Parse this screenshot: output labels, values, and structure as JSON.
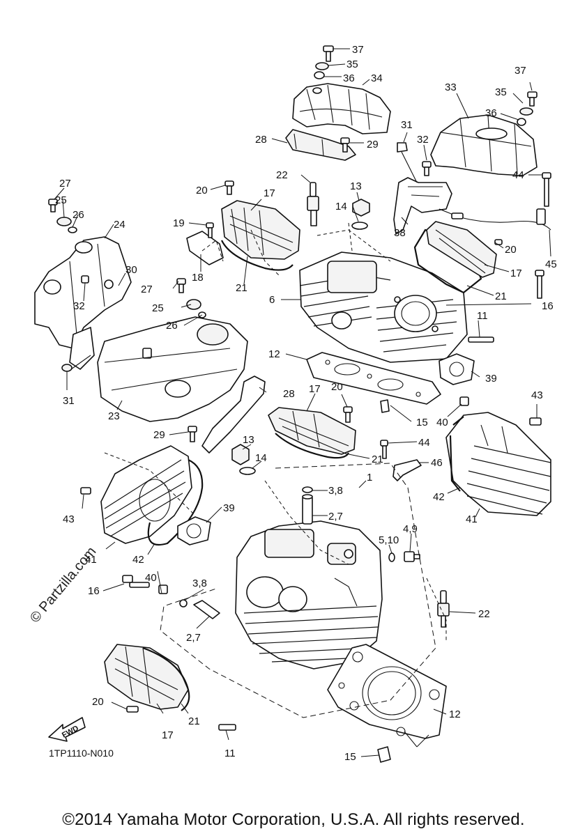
{
  "diagram": {
    "watermark": "© Partzilla.com",
    "diagram_code": "1TP1110-N010",
    "fwd_label": "FWD",
    "copyright": "©2014 Yamaha Motor Corporation, U.S.A. All rights reserved.",
    "callouts": [
      {
        "id": "37a",
        "label": "37"
      },
      {
        "id": "35a",
        "label": "35"
      },
      {
        "id": "36a",
        "label": "36"
      },
      {
        "id": "34",
        "label": "34"
      },
      {
        "id": "28a",
        "label": "28"
      },
      {
        "id": "29a",
        "label": "29"
      },
      {
        "id": "37b",
        "label": "37"
      },
      {
        "id": "33",
        "label": "33"
      },
      {
        "id": "35b",
        "label": "35"
      },
      {
        "id": "36b",
        "label": "36"
      },
      {
        "id": "31a",
        "label": "31"
      },
      {
        "id": "32a",
        "label": "32"
      },
      {
        "id": "22a",
        "label": "22"
      },
      {
        "id": "13a",
        "label": "13"
      },
      {
        "id": "14a",
        "label": "14"
      },
      {
        "id": "20a",
        "label": "20"
      },
      {
        "id": "17a",
        "label": "17"
      },
      {
        "id": "44a",
        "label": "44"
      },
      {
        "id": "27a",
        "label": "27"
      },
      {
        "id": "25a",
        "label": "25"
      },
      {
        "id": "26a",
        "label": "26"
      },
      {
        "id": "24",
        "label": "24"
      },
      {
        "id": "19",
        "label": "19"
      },
      {
        "id": "38",
        "label": "38"
      },
      {
        "id": "20b",
        "label": "20"
      },
      {
        "id": "45",
        "label": "45"
      },
      {
        "id": "18",
        "label": "18"
      },
      {
        "id": "21a",
        "label": "21"
      },
      {
        "id": "30",
        "label": "30"
      },
      {
        "id": "17b",
        "label": "17"
      },
      {
        "id": "27b",
        "label": "27"
      },
      {
        "id": "32b",
        "label": "32"
      },
      {
        "id": "6",
        "label": "6"
      },
      {
        "id": "21b",
        "label": "21"
      },
      {
        "id": "16a",
        "label": "16"
      },
      {
        "id": "25b",
        "label": "25"
      },
      {
        "id": "26b",
        "label": "26"
      },
      {
        "id": "11a",
        "label": "11"
      },
      {
        "id": "12a",
        "label": "12"
      },
      {
        "id": "39a",
        "label": "39"
      },
      {
        "id": "28b",
        "label": "28"
      },
      {
        "id": "17c",
        "label": "17"
      },
      {
        "id": "20c",
        "label": "20"
      },
      {
        "id": "31b",
        "label": "31"
      },
      {
        "id": "23",
        "label": "23"
      },
      {
        "id": "15a",
        "label": "15"
      },
      {
        "id": "40a",
        "label": "40"
      },
      {
        "id": "43a",
        "label": "43"
      },
      {
        "id": "29b",
        "label": "29"
      },
      {
        "id": "13b",
        "label": "13"
      },
      {
        "id": "44b",
        "label": "44"
      },
      {
        "id": "21c",
        "label": "21"
      },
      {
        "id": "14b",
        "label": "14"
      },
      {
        "id": "46",
        "label": "46"
      },
      {
        "id": "1",
        "label": "1"
      },
      {
        "id": "38b",
        "label": "3,8"
      },
      {
        "id": "42a",
        "label": "42"
      },
      {
        "id": "43b",
        "label": "43"
      },
      {
        "id": "39b",
        "label": "39"
      },
      {
        "id": "27c",
        "label": "2,7"
      },
      {
        "id": "41a",
        "label": "41"
      },
      {
        "id": "49",
        "label": "4,9"
      },
      {
        "id": "510",
        "label": "5,10"
      },
      {
        "id": "41b",
        "label": "41"
      },
      {
        "id": "42b",
        "label": "42"
      },
      {
        "id": "40b",
        "label": "40"
      },
      {
        "id": "16b",
        "label": "16"
      },
      {
        "id": "38c",
        "label": "3,8"
      },
      {
        "id": "22b",
        "label": "22"
      },
      {
        "id": "27d",
        "label": "2,7"
      },
      {
        "id": "20d",
        "label": "20"
      },
      {
        "id": "12b",
        "label": "12"
      },
      {
        "id": "21d",
        "label": "21"
      },
      {
        "id": "17d",
        "label": "17"
      },
      {
        "id": "11b",
        "label": "11"
      },
      {
        "id": "15b",
        "label": "15"
      }
    ]
  }
}
